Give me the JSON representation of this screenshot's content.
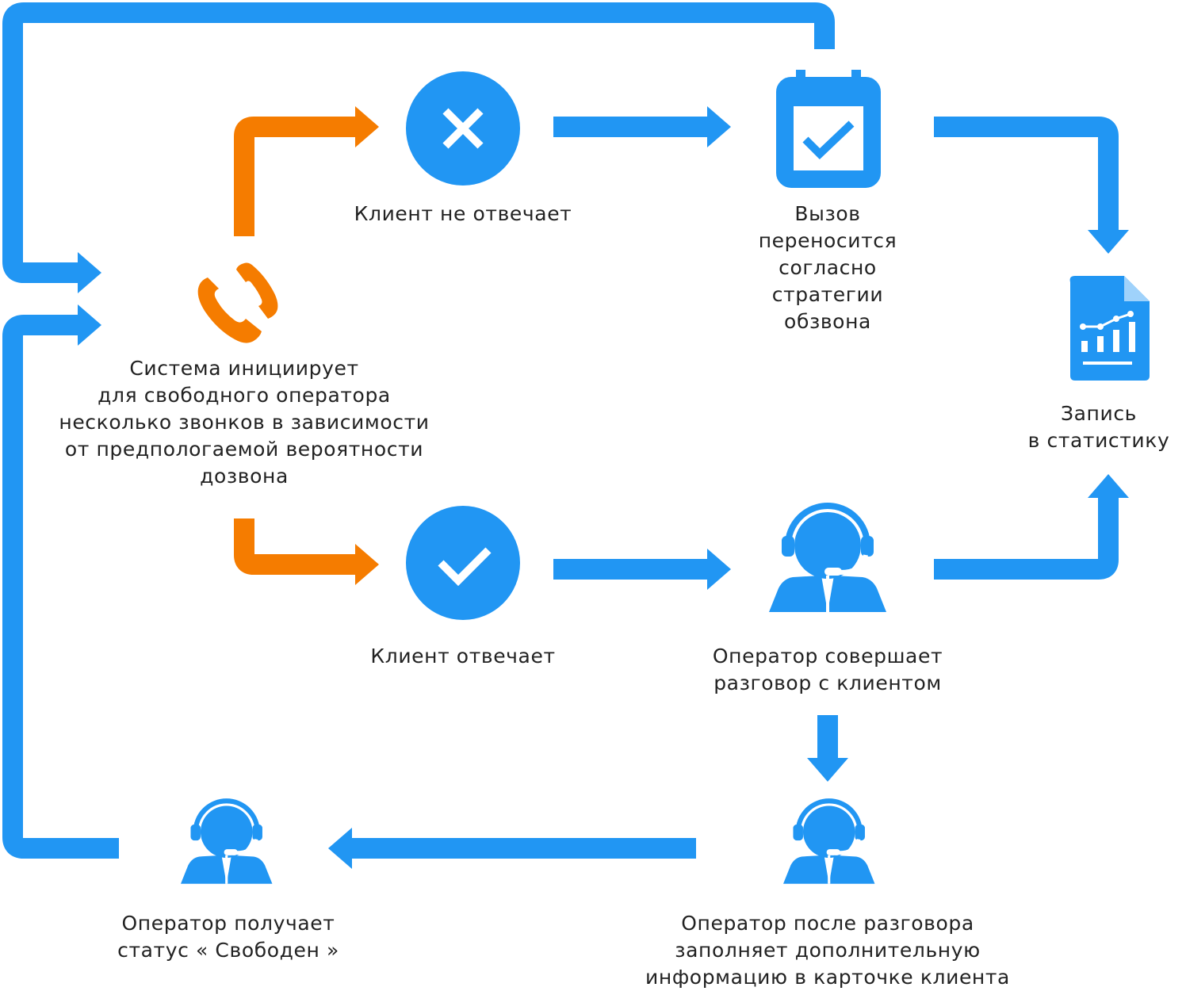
{
  "colors": {
    "blue": "#2196F3",
    "orange": "#F57C00",
    "text": "#222222",
    "background": "#ffffff"
  },
  "icons": {
    "system": "phone-ringing-icon",
    "no_answer": "x-circle-icon",
    "answer": "check-circle-icon",
    "rescheduled": "calendar-check-icon",
    "statistics": "report-chart-icon",
    "talking": "operator-headset-icon",
    "filling_card": "operator-headset-icon",
    "free": "operator-headset-icon"
  },
  "nodes": {
    "system": {
      "lines": [
        "Система инициирует",
        "для свободного оператора",
        "несколько звонков в зависимости",
        "от предпологаемой вероятности",
        "дозвона"
      ]
    },
    "no_answer": {
      "lines": [
        "Клиент не отвечает"
      ]
    },
    "rescheduled": {
      "lines": [
        "Вызов",
        "переносится",
        "согласно",
        "стратегии",
        "обзвона"
      ]
    },
    "statistics": {
      "lines": [
        "Запись",
        "в статистику"
      ]
    },
    "answer": {
      "lines": [
        "Клиент отвечает"
      ]
    },
    "talking": {
      "lines": [
        "Оператор совершает",
        "разговор с клиентом"
      ]
    },
    "filling_card": {
      "lines": [
        "Оператор после разговора",
        "заполняет дополнительную",
        "информацию в карточке клиента"
      ]
    },
    "free": {
      "lines": [
        "Оператор получает",
        "статус « Свободен »"
      ]
    }
  }
}
